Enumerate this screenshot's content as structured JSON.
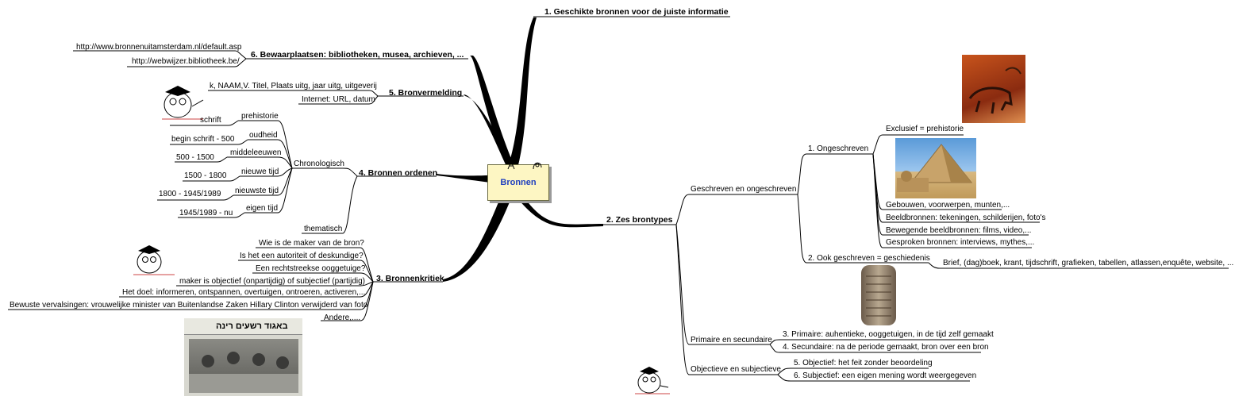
{
  "center": {
    "label": "Bronnen"
  },
  "right": {
    "b1": "1. Geschikte bronnen voor de juiste informatie",
    "b2": "2. Zes brontypes",
    "geschreven": "Geschreven en ongeschreven",
    "ongeschreven": "1. Ongeschreven",
    "exclusief": "Exclusief = prehistorie",
    "items": [
      "Gebouwen, voorwerpen, munten,...",
      "Beeldbronnen: tekeningen, schilderijen, foto's",
      "Bewegende beeldbronnen: films, video,...",
      "Gesproken bronnen: interviews, mythes,..."
    ],
    "ookgeschreven": "2. Ook geschreven = geschiedenis",
    "brief": "Brief, (dag)boek, krant, tijdschrift, grafieken, tabellen, atlassen,enquête, website, ...",
    "primsec": "Primaire en secundaire",
    "primair": "3. Primaire: auhentieke, ooggetuigen, in de tijd zelf gemaakt",
    "secundair": "4. Secundaire: na de periode gemaakt, bron over een bron",
    "objsub": "Objectieve en subjectieve",
    "objectief": "5. Objectief: het feit zonder beoordeling",
    "subjectief": "6. Subjectief: een eigen mening wordt weergegeven"
  },
  "left": {
    "b6": "6. Bewaarplaatsen: bibliotheken, musea, archieven, ...",
    "url1": "http://www.bronnenuitamsterdam.nl/default.asp",
    "url2": "http://webwijzer.bibliotheek.be/",
    "b5": "5. Bronvermelding",
    "boek": "k, NAAM,V. Titel, Plaats uitg, jaar uitg, uitgeverij",
    "internet": "Internet: URL, datum",
    "b4": "4. Bronnen ordenen",
    "chrono": "Chronologisch",
    "thematisch": "thematisch",
    "periods": [
      {
        "name": "prehistorie",
        "range": "schrift"
      },
      {
        "name": "oudheid",
        "range": "begin schrift - 500"
      },
      {
        "name": "middeleeuwen",
        "range": "500 - 1500"
      },
      {
        "name": "nieuwe tijd",
        "range": "1500 - 1800"
      },
      {
        "name": "nieuwste tijd",
        "range": "1800 - 1945/1989"
      },
      {
        "name": "eigen tijd",
        "range": "1945/1989 - nu"
      }
    ],
    "b3": "3. Bronnenkritiek",
    "kritiek": [
      "Wie is de maker van de bron?",
      "Is het een autoriteit of deskundige?",
      "Een rechtstreekse ooggetuige?",
      "maker is objectief (onpartijdig) of subjectief (partijdig)",
      "Het doel: informeren, ontspannen, overtuigen, ontroeren, activeren,...",
      "Bewuste vervalsingen: vrouwelijke minister van Buitenlandse Zaken Hillary Clinton verwijderd van foto",
      "Andere,...."
    ],
    "krant": "באגוד רשעים רינה"
  },
  "colors": {
    "accent": "#1f3fbf",
    "center_fill": "#fdf6c3",
    "line": "#000000"
  }
}
